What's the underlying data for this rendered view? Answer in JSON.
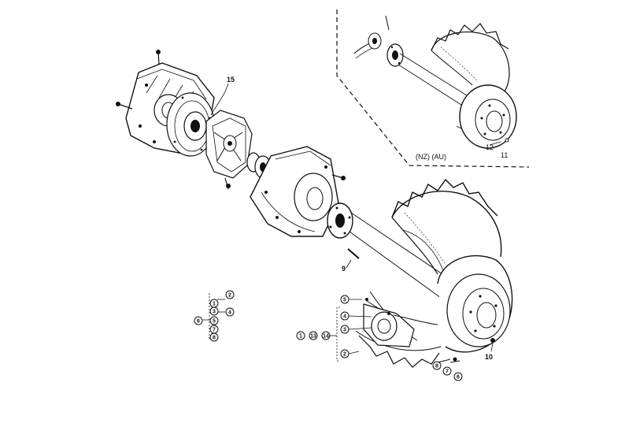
{
  "inset": {
    "region_label": "(NZ) (AU)",
    "parts": [
      "12",
      "11"
    ]
  },
  "callouts": {
    "c15": "15",
    "c9": "9",
    "c10": "10",
    "c1": "1",
    "c2": "2",
    "c3": "3",
    "c4": "4",
    "c5": "5",
    "c6": "6",
    "c7": "7",
    "c8": "8",
    "c11": "11",
    "c13": "13",
    "c14": "14"
  },
  "legend": {
    "items": [
      "1",
      "2",
      "3",
      "4",
      "5",
      "6",
      "7",
      "8"
    ]
  }
}
